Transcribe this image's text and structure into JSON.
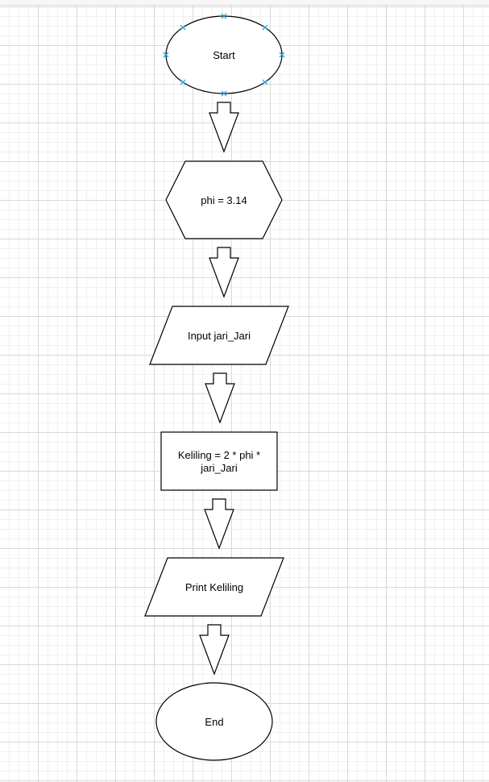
{
  "diagram": {
    "nodes": [
      {
        "id": "start",
        "shape": "ellipse",
        "label_lines": [
          "Start"
        ]
      },
      {
        "id": "init-phi",
        "shape": "hexagon",
        "label_lines": [
          "phi = 3.14"
        ]
      },
      {
        "id": "input-radius",
        "shape": "parallelogram",
        "label_lines": [
          "Input jari_Jari"
        ]
      },
      {
        "id": "compute",
        "shape": "rectangle",
        "label_lines": [
          "Keliling = 2 * phi *",
          "jari_Jari"
        ]
      },
      {
        "id": "print-result",
        "shape": "parallelogram",
        "label_lines": [
          "Print Keliling"
        ]
      },
      {
        "id": "end",
        "shape": "ellipse",
        "label_lines": [
          "End"
        ]
      }
    ],
    "edges": [
      {
        "from": "start",
        "to": "init-phi"
      },
      {
        "from": "init-phi",
        "to": "input-radius"
      },
      {
        "from": "input-radius",
        "to": "compute"
      },
      {
        "from": "compute",
        "to": "print-result"
      },
      {
        "from": "print-result",
        "to": "end"
      }
    ],
    "selected_node": "start",
    "colors": {
      "stroke": "#000000",
      "fill": "#ffffff",
      "selection_handle": "#29a3e0",
      "grid": "#d9d9d9"
    }
  }
}
